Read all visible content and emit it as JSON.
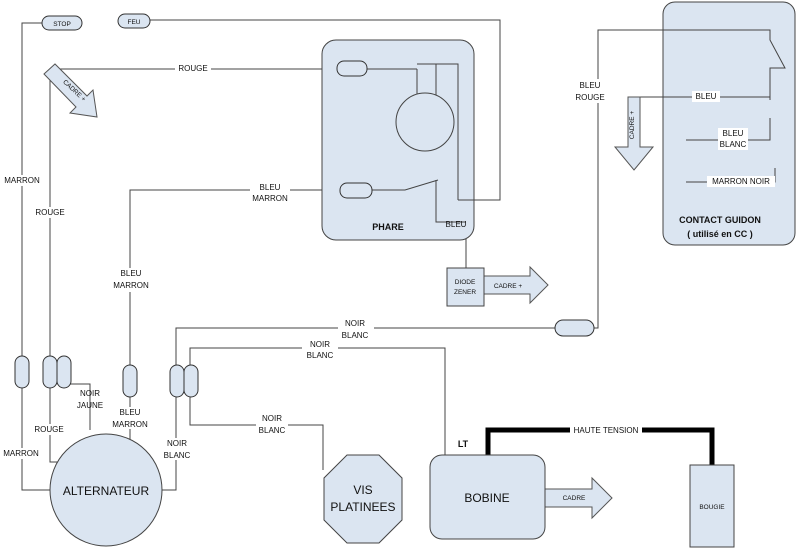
{
  "colors": {
    "part_fill": "#dbe5f1",
    "wire": "#444444",
    "ht_wire": "#000000"
  },
  "components": {
    "stop": "STOP",
    "feu": "FEU",
    "phare": "PHARE",
    "contact_guidon_line1": "CONTACT GUIDON",
    "contact_guidon_line2": "( utilisé en CC )",
    "diode_line1": "DIODE",
    "diode_line2": "ZENER",
    "alternateur": "ALTERNATEUR",
    "vis_line1": "VIS",
    "vis_line2": "PLATINEES",
    "bobine": "BOBINE",
    "bougie": "BOUGIE",
    "lt": "LT"
  },
  "arrows": {
    "cadre_plus_top_left": "CADRE +",
    "cadre_plus_guidon": "CADRE +",
    "cadre_plus_diode": "CADRE +",
    "cadre_bobine": "CADRE"
  },
  "wire_labels": {
    "rouge_top": "ROUGE",
    "bleu_marron_phare_1": "BLEU",
    "bleu_marron_phare_2": "MARRON",
    "bleu_phare": "BLEU",
    "bleu_rouge_1": "BLEU",
    "bleu_rouge_2": "ROUGE",
    "bleu_guidon": "BLEU",
    "bleu_blanc_1": "BLEU",
    "bleu_blanc_2": "BLANC",
    "marron_noir": "MARRON NOIR",
    "marron_left": "MARRON",
    "rouge_left": "ROUGE",
    "bleu_marron_mid_1": "BLEU",
    "bleu_marron_mid_2": "MARRON",
    "noir_blanc_a1": "NOIR",
    "noir_blanc_a2": "BLANC",
    "noir_blanc_b1": "NOIR",
    "noir_blanc_b2": "BLANC",
    "noir_jaune_1": "NOIR",
    "noir_jaune_2": "JAUNE",
    "rouge_low": "ROUGE",
    "bleu_marron_low_1": "BLEU",
    "bleu_marron_low_2": "MARRON",
    "noir_blanc_c1": "NOIR",
    "noir_blanc_c2": "BLANC",
    "noir_blanc_d1": "NOIR",
    "noir_blanc_d2": "BLANC",
    "marron_low": "MARRON",
    "haute_tension": "HAUTE TENSION"
  }
}
